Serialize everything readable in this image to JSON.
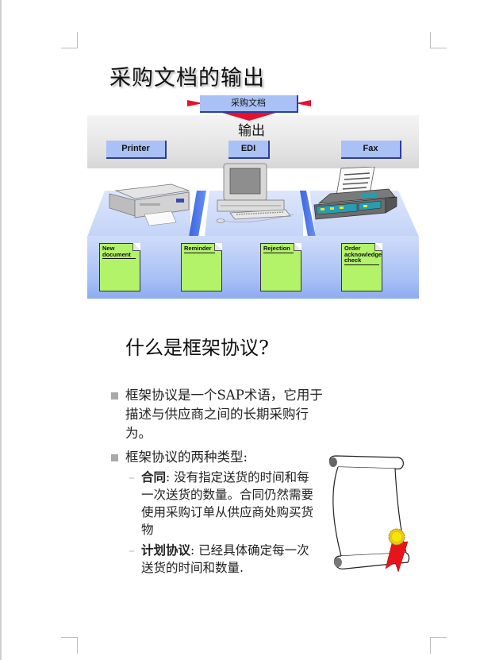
{
  "diagram": {
    "title": "采购文档的输出",
    "source_document": "采购文档",
    "output_label": "输出",
    "channels": [
      {
        "label": "Printer",
        "icon": "printer-icon"
      },
      {
        "label": "EDI",
        "icon": "computer-icon"
      },
      {
        "label": "Fax",
        "icon": "fax-icon"
      }
    ],
    "message_types": [
      {
        "label": "New document"
      },
      {
        "label": "Reminder"
      },
      {
        "label": "Rejection"
      },
      {
        "label": "Order acknowledge check"
      }
    ],
    "colors": {
      "channel_box": "#a9c1f5",
      "arrow": "#e8102a",
      "document": "#b3f36a",
      "platform": "#c3d3f8",
      "separator": "#3a66e0"
    }
  },
  "section": {
    "title": "什么是框架协议?",
    "bullets": [
      {
        "text": "框架协议是一个SAP术语，它用于描述与供应商之间的长期采购行为。"
      },
      {
        "text": "框架协议的两种类型:",
        "sub": [
          {
            "term": "合同",
            "desc": ": 没有指定送货的时间和每一次送货的数量。合同仍然需要使用采购订单从供应商处购买货物"
          },
          {
            "term": "计划协议",
            "desc": ": 已经具体确定每一次送货的时间和数量."
          }
        ]
      }
    ],
    "illustration": "scroll-certificate-icon"
  }
}
